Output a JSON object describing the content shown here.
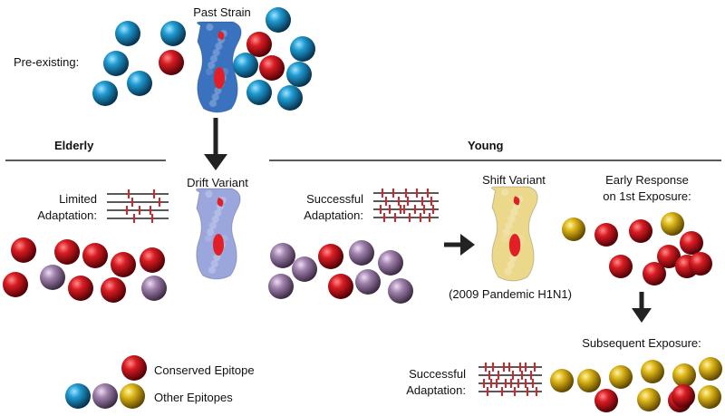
{
  "labels": {
    "past_strain": "Past Strain",
    "pre_existing": "Pre-existing:",
    "elderly": "Elderly",
    "young": "Young",
    "drift_variant": "Drift Variant",
    "limited_adaptation_1": "Limited",
    "limited_adaptation_2": "Adaptation:",
    "successful_adaptation_1": "Successful",
    "successful_adaptation_2": "Adaptation:",
    "shift_variant": "Shift Variant",
    "pandemic_note": "(2009 Pandemic H1N1)",
    "early_response_1": "Early Response",
    "early_response_2": "on 1st Exposure:",
    "subsequent_exposure": "Subsequent Exposure:",
    "successful_adaptation_b1": "Successful",
    "successful_adaptation_b2": "Adaptation:"
  },
  "legend": {
    "conserved": "Conserved Epitope",
    "other": "Other Epitopes"
  },
  "colors": {
    "conserved": "#c8101e",
    "other_blue": "#1f8fc2",
    "other_purple": "#9a7aa6",
    "other_yellow": "#d9b414",
    "past_protein": "#3a72c0",
    "drift_protein": "#9aa6dc",
    "shift_protein": "#ecd88a",
    "mutation": "#e01f26"
  },
  "spheres": {
    "past": [
      "blue",
      "blue",
      "blue",
      "blue",
      "blue",
      "red",
      "blue",
      "red",
      "blue",
      "blue",
      "blue",
      "red",
      "blue",
      "blue"
    ],
    "elderly": [
      "red",
      "red",
      "red",
      "red",
      "red",
      "purple",
      "red",
      "red",
      "red",
      "purple"
    ],
    "young_left": [
      "purple",
      "red",
      "purple",
      "purple",
      "purple",
      "purple",
      "red",
      "purple",
      "purple"
    ],
    "early": [
      "yellow",
      "red",
      "red",
      "yellow",
      "red",
      "red",
      "red",
      "red",
      "red",
      "red"
    ],
    "subsequent": [
      "yellow",
      "yellow",
      "yellow",
      "yellow",
      "yellow",
      "yellow",
      "red",
      "yellow",
      "red",
      "yellow",
      "red"
    ],
    "legend_other": [
      "blue",
      "purple",
      "yellow"
    ]
  }
}
